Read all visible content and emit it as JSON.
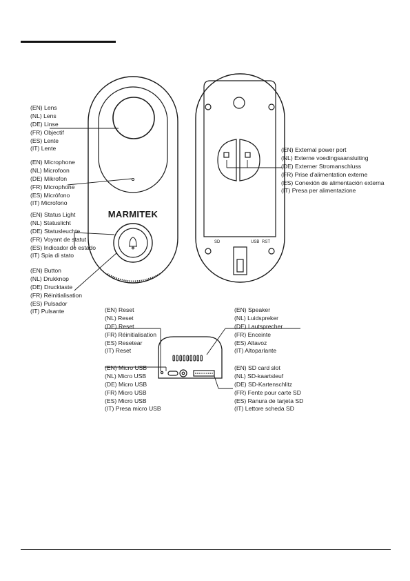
{
  "labels": {
    "lens": [
      "(EN) Lens",
      "(NL) Lens",
      "(DE) Linse",
      "(FR) Objectif",
      "(ES) Lente",
      "(IT) Lente"
    ],
    "microphone": [
      "(EN) Microphone",
      "(NL) Microfoon",
      "(DE) Mikrofon",
      "(FR) Microphone",
      "(ES) Micrófono",
      "(IT) Microfono"
    ],
    "status_light": [
      "(EN) Status Light",
      "(NL) Statuslicht",
      "(DE) Statusleuchte",
      "(FR) Voyant de statut",
      "(ES) Indicador de estado",
      "(IT) Spia di stato"
    ],
    "button": [
      "(EN) Button",
      "(NL) Drukknop",
      "(DE) Drucktaste",
      "(FR) Réinitialisation",
      "(ES) Pulsador",
      "(IT) Pulsante"
    ],
    "power_port": [
      "(EN) External power port",
      "(NL) Externe voedingsaansluiting",
      "(DE) Externer Stromanschluss",
      "(FR) Prise d'alimentation externe",
      "(ES) Conexión de alimentación externa",
      "(IT) Presa per alimentazione"
    ],
    "reset": [
      "(EN) Reset",
      "(NL) Reset",
      "(DE) Reset",
      "(FR) Réinitialisation",
      "(ES) Resetear",
      "(IT) Reset"
    ],
    "speaker": [
      "(EN) Speaker",
      "(NL) Luidspreker",
      "(DE) Lautsprecher",
      "(FR) Enceinte",
      "(ES) Altavoz",
      "(IT) Altoparlante"
    ],
    "micro_usb": [
      "(EN) Micro USB",
      "(NL) Micro USB",
      "(DE) Micro USB",
      "(FR) Micro USB",
      "(ES) Micro USB",
      "(IT) Presa micro USB"
    ],
    "sd_slot": [
      "(EN) SD card slot",
      "(NL) SD-kaartsleuf",
      "(DE) SD-Kartenschlitz",
      "(FR) Fente pour carte SD",
      "(ES) Ranura de tarjeta SD",
      "(IT) Lettore scheda SD"
    ]
  },
  "device": {
    "brand": "MARMITEK",
    "back_sd_text": "SD",
    "back_usb_text": "USB",
    "back_rst_text": "RST"
  }
}
